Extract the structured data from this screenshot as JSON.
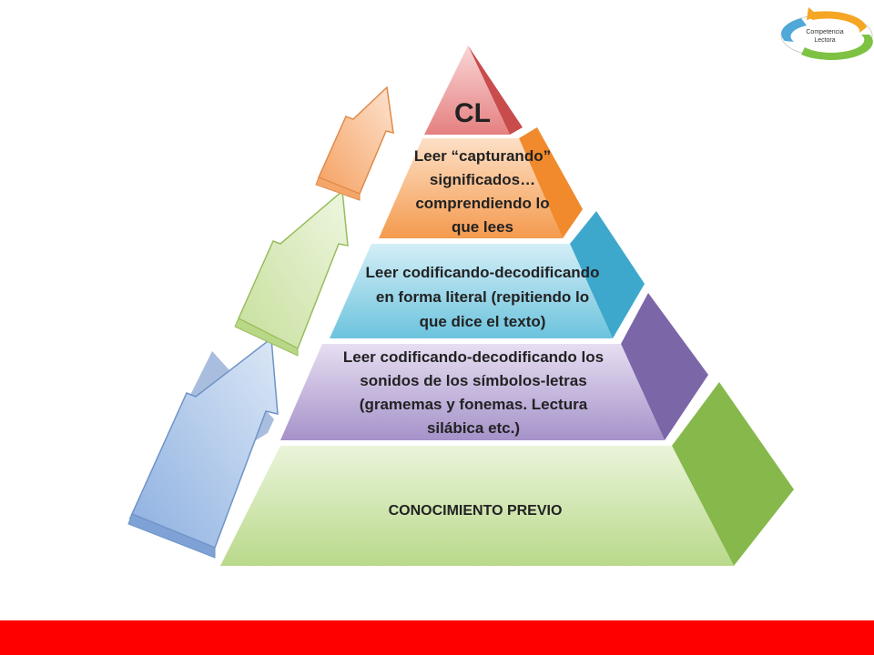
{
  "logo": {
    "line1": "Competencia",
    "line2": "Lectora"
  },
  "pyramid": {
    "top": {
      "label": "CL",
      "color": "#f2a0a0"
    },
    "level4": {
      "lines": [
        "Leer “capturando”",
        "significados…",
        "comprendiendo lo",
        "que lees"
      ],
      "color": "#f7b77e"
    },
    "level3": {
      "lines": [
        "Leer codificando-decodificando",
        "en forma literal (repitiendo lo",
        "que dice el texto)"
      ],
      "color": "#7fcfe3"
    },
    "level2": {
      "lines": [
        "Leer codificando-decodificando los",
        "sonidos de los símbolos-letras",
        "(gramemas y fonemas. Lectura",
        "silábica etc.)"
      ],
      "color": "#b9a6d4"
    },
    "base": {
      "label": "CONOCIMIENTO PREVIO",
      "color": "#c9e2a0"
    }
  },
  "arrows": [
    {
      "name": "blue",
      "color": "#9fbbe2"
    },
    {
      "name": "green",
      "color": "#d7e8b2"
    },
    {
      "name": "orange",
      "color": "#f7b98a"
    }
  ],
  "footer": {
    "color": "#ff0000"
  }
}
